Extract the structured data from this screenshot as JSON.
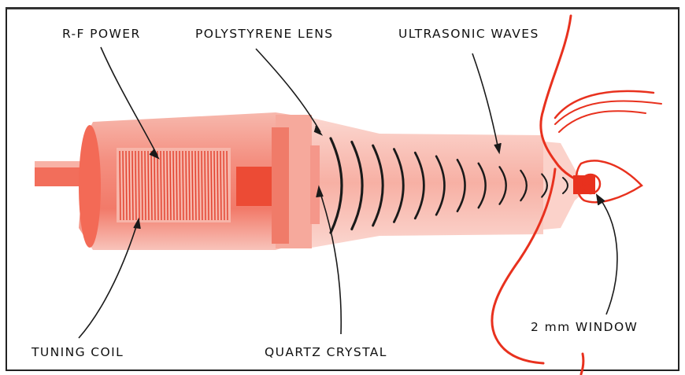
{
  "labels": {
    "rf_power": "R-F POWER",
    "lens": "POLYSTYRENE LENS",
    "waves": "ULTRASONIC WAVES",
    "coil": "TUNING COIL",
    "crystal": "QUARTZ CRYSTAL",
    "window": "2 mm  WINDOW"
  },
  "colors": {
    "red": "#e8311e",
    "pink": "#f6b3a8",
    "light_pink": "#fbd2ca",
    "wave": "#1a1a1a",
    "frame": "#222222"
  },
  "wave_count": 12
}
